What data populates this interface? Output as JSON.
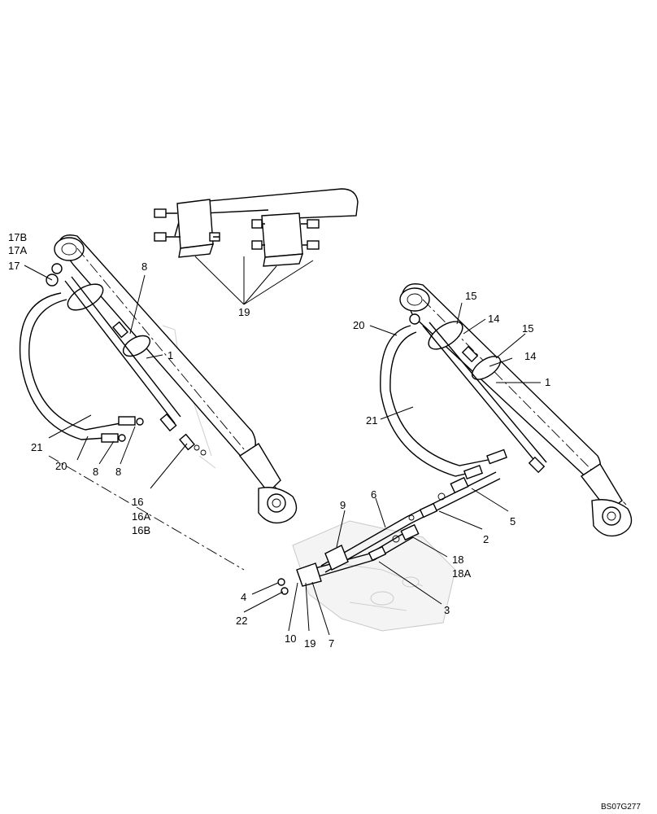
{
  "callouts": {
    "c17B": "17B",
    "c17A": "17A",
    "c17": "17",
    "c8_top": "8",
    "c1_left": "1",
    "c21_left": "21",
    "c20_left": "20",
    "c8_low_a": "8",
    "c8_low_b": "8",
    "c16": "16",
    "c16A": "16A",
    "c16B": "16B",
    "c19_top": "19",
    "c15_a": "15",
    "c14_a": "14",
    "c15_b": "15",
    "c14_b": "14",
    "c20_right": "20",
    "c21_right": "21",
    "c1_right": "1",
    "c9": "9",
    "c6": "6",
    "c5": "5",
    "c2": "2",
    "c18": "18",
    "c18A": "18A",
    "c3": "3",
    "c4": "4",
    "c22": "22",
    "c10": "10",
    "c19_low": "19",
    "c7": "7"
  },
  "reference_code": "BS07G277"
}
